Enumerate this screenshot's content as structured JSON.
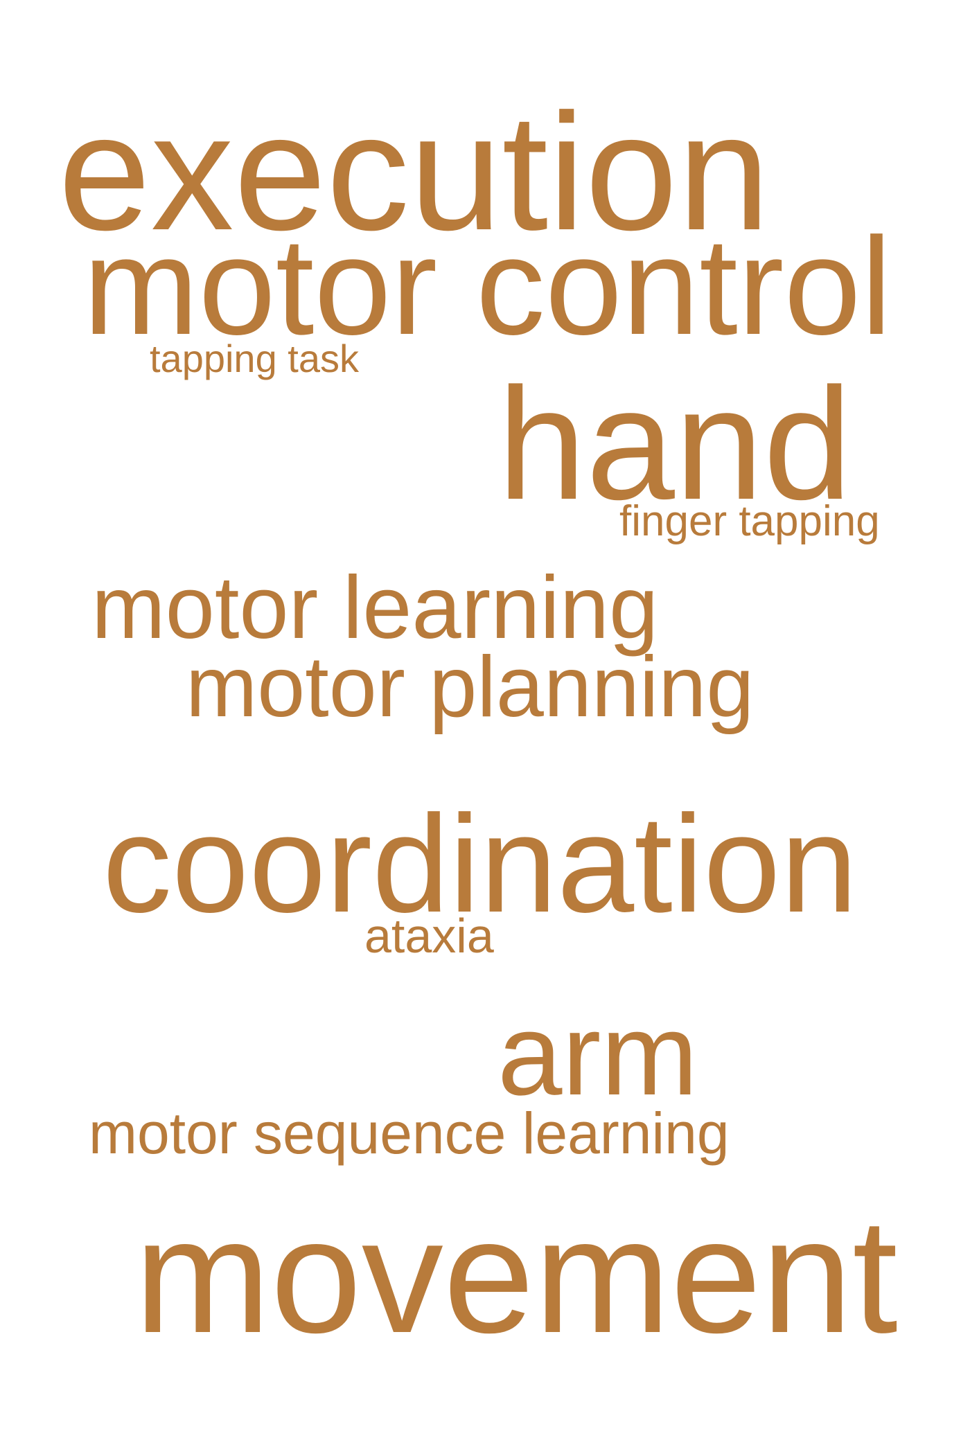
{
  "colors": {
    "background": "#ffffff",
    "word": "#B87B3B"
  },
  "words": [
    {
      "id": "execution",
      "text": "execution"
    },
    {
      "id": "motor-control",
      "text": "motor control"
    },
    {
      "id": "tapping-task",
      "text": "tapping task"
    },
    {
      "id": "hand",
      "text": "hand"
    },
    {
      "id": "finger-tapping",
      "text": "finger tapping"
    },
    {
      "id": "motor-learning",
      "text": "motor learning"
    },
    {
      "id": "motor-planning",
      "text": "motor planning"
    },
    {
      "id": "coordination",
      "text": "coordination"
    },
    {
      "id": "ataxia",
      "text": "ataxia"
    },
    {
      "id": "arm",
      "text": "arm"
    },
    {
      "id": "motor-sequence-learning",
      "text": "motor sequence learning"
    },
    {
      "id": "movement",
      "text": "movement"
    }
  ]
}
